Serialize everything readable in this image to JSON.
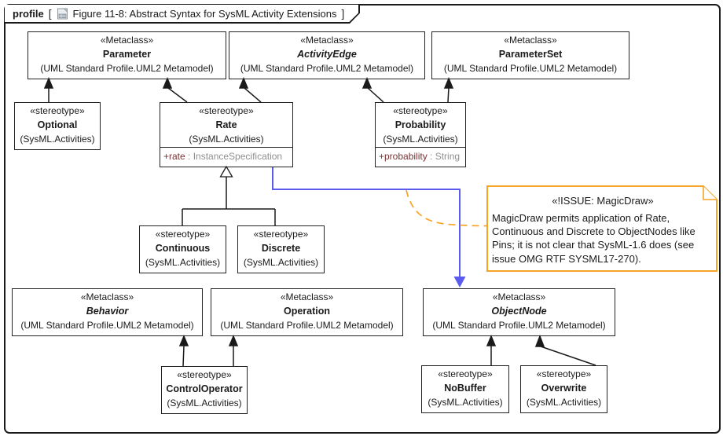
{
  "frame": {
    "tab": {
      "kind_label": "profile",
      "bracket_open": "[",
      "bracket_close": "]",
      "title": "Figure 11-8: Abstract Syntax for SysML Activity Extensions"
    }
  },
  "colors": {
    "box_border": "#222222",
    "attribute_name_maroon": "#7a3333",
    "attribute_type_gray": "#8f8f8f",
    "dependency_blue": "#5b5bee",
    "note_orange": "#f5a425",
    "connector_black": "#1a1a1a"
  },
  "metaclasses": [
    {
      "stereotype": "«Metaclass»",
      "name": "Parameter",
      "package": "(UML Standard Profile.UML2 Metamodel)"
    },
    {
      "stereotype": "«Metaclass»",
      "name": "ActivityEdge",
      "package": "(UML Standard Profile.UML2 Metamodel)"
    },
    {
      "stereotype": "«Metaclass»",
      "name": "ParameterSet",
      "package": "(UML Standard Profile.UML2 Metamodel)"
    },
    {
      "stereotype": "«Metaclass»",
      "name": "Behavior",
      "package": "(UML Standard Profile.UML2 Metamodel)"
    },
    {
      "stereotype": "«Metaclass»",
      "name": "Operation",
      "package": "(UML Standard Profile.UML2 Metamodel)"
    },
    {
      "stereotype": "«Metaclass»",
      "name": "ObjectNode",
      "package": "(UML Standard Profile.UML2 Metamodel)"
    }
  ],
  "stereotypes": [
    {
      "stereotype": "«stereotype»",
      "name": "Optional",
      "package": "(SysML.Activities)"
    },
    {
      "stereotype": "«stereotype»",
      "name": "Rate",
      "package": "(SysML.Activities)",
      "attributes": [
        {
          "name": "+rate",
          "type": " : InstanceSpecification"
        }
      ]
    },
    {
      "stereotype": "«stereotype»",
      "name": "Probability",
      "package": "(SysML.Activities)",
      "attributes": [
        {
          "name": "+probability",
          "type": " : String"
        }
      ]
    },
    {
      "stereotype": "«stereotype»",
      "name": "Continuous",
      "package": "(SysML.Activities)"
    },
    {
      "stereotype": "«stereotype»",
      "name": "Discrete",
      "package": "(SysML.Activities)"
    },
    {
      "stereotype": "«stereotype»",
      "name": "ControlOperator",
      "package": "(SysML.Activities)"
    },
    {
      "stereotype": "«stereotype»",
      "name": "NoBuffer",
      "package": "(SysML.Activities)"
    },
    {
      "stereotype": "«stereotype»",
      "name": "Overwrite",
      "package": "(SysML.Activities)"
    }
  ],
  "note": {
    "title": "«!ISSUE: MagicDraw»",
    "lines": [
      "MagicDraw permits application of Rate,",
      "Continuous and Discrete to ObjectNodes like",
      "Pins; it is not clear that SysML-1.6 does (see",
      "issue OMG RTF SYSML17-270)."
    ]
  }
}
